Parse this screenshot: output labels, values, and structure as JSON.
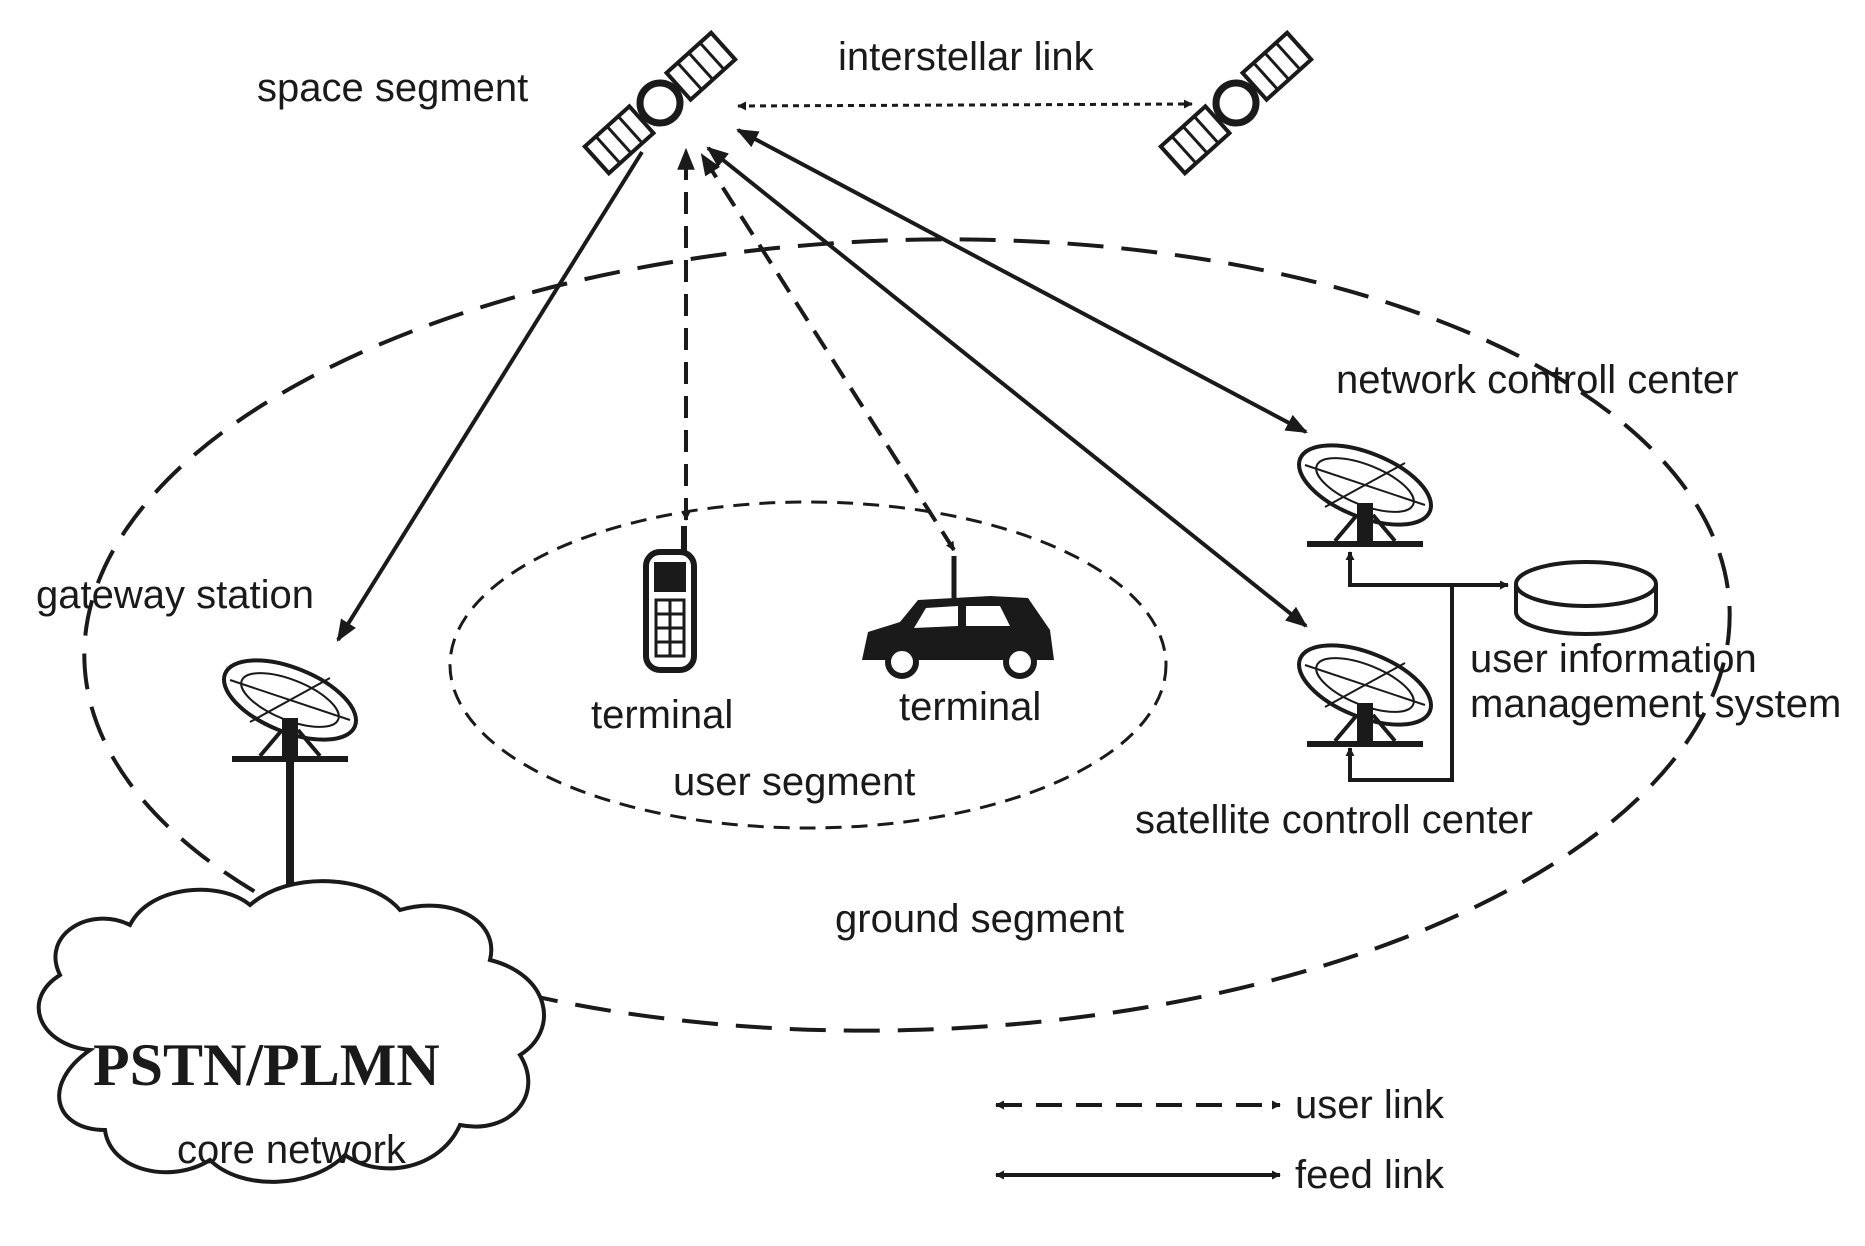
{
  "labels": {
    "space_segment": "space segment",
    "interstellar_link": "interstellar link",
    "network_control_center": "network controll center",
    "gateway_station": "gateway station",
    "terminal_handheld": "terminal",
    "terminal_vehicle": "terminal",
    "user_segment": "user segment",
    "user_info_line1": "user information",
    "user_info_line2": "management system",
    "satellite_control_center": "satellite controll center",
    "ground_segment": "ground segment",
    "core_network_title": "PSTN/PLMN",
    "core_network_sub": "core network"
  },
  "legend": {
    "user_link": "user link",
    "feed_link": "feed link"
  },
  "icons": {
    "satellite": "satellite-icon",
    "dish": "satellite-dish-icon",
    "phone": "handheld-phone-icon",
    "vehicle": "vehicle-icon",
    "database": "database-icon",
    "cloud": "cloud-icon"
  },
  "colors": {
    "ink": "#1a1a1a",
    "background": "#ffffff"
  }
}
